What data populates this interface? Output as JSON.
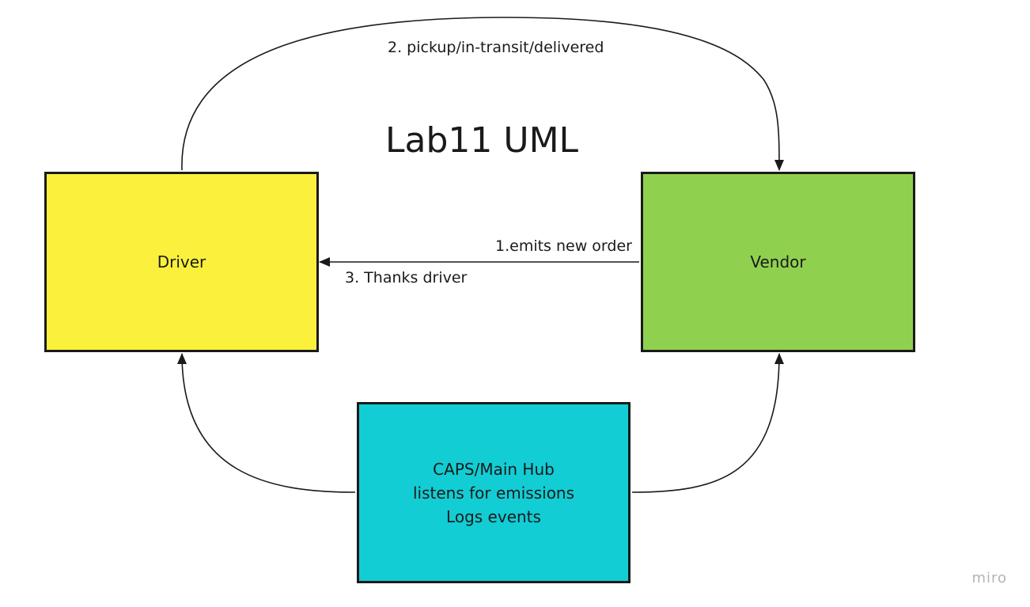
{
  "title": "Lab11 UML",
  "nodes": {
    "driver": {
      "label": "Driver",
      "color": "#fbf13c"
    },
    "vendor": {
      "label": "Vendor",
      "color": "#8fd14f"
    },
    "hub": {
      "lines": [
        "CAPS/Main Hub",
        "listens for emissions",
        "Logs events"
      ],
      "color": "#12cdd4"
    }
  },
  "edges": {
    "vendor_to_driver_top": "1.emits new order",
    "vendor_to_driver_bottom": "3. Thanks driver",
    "driver_to_vendor": "2. pickup/in-transit/delivered"
  },
  "watermark": "miro"
}
